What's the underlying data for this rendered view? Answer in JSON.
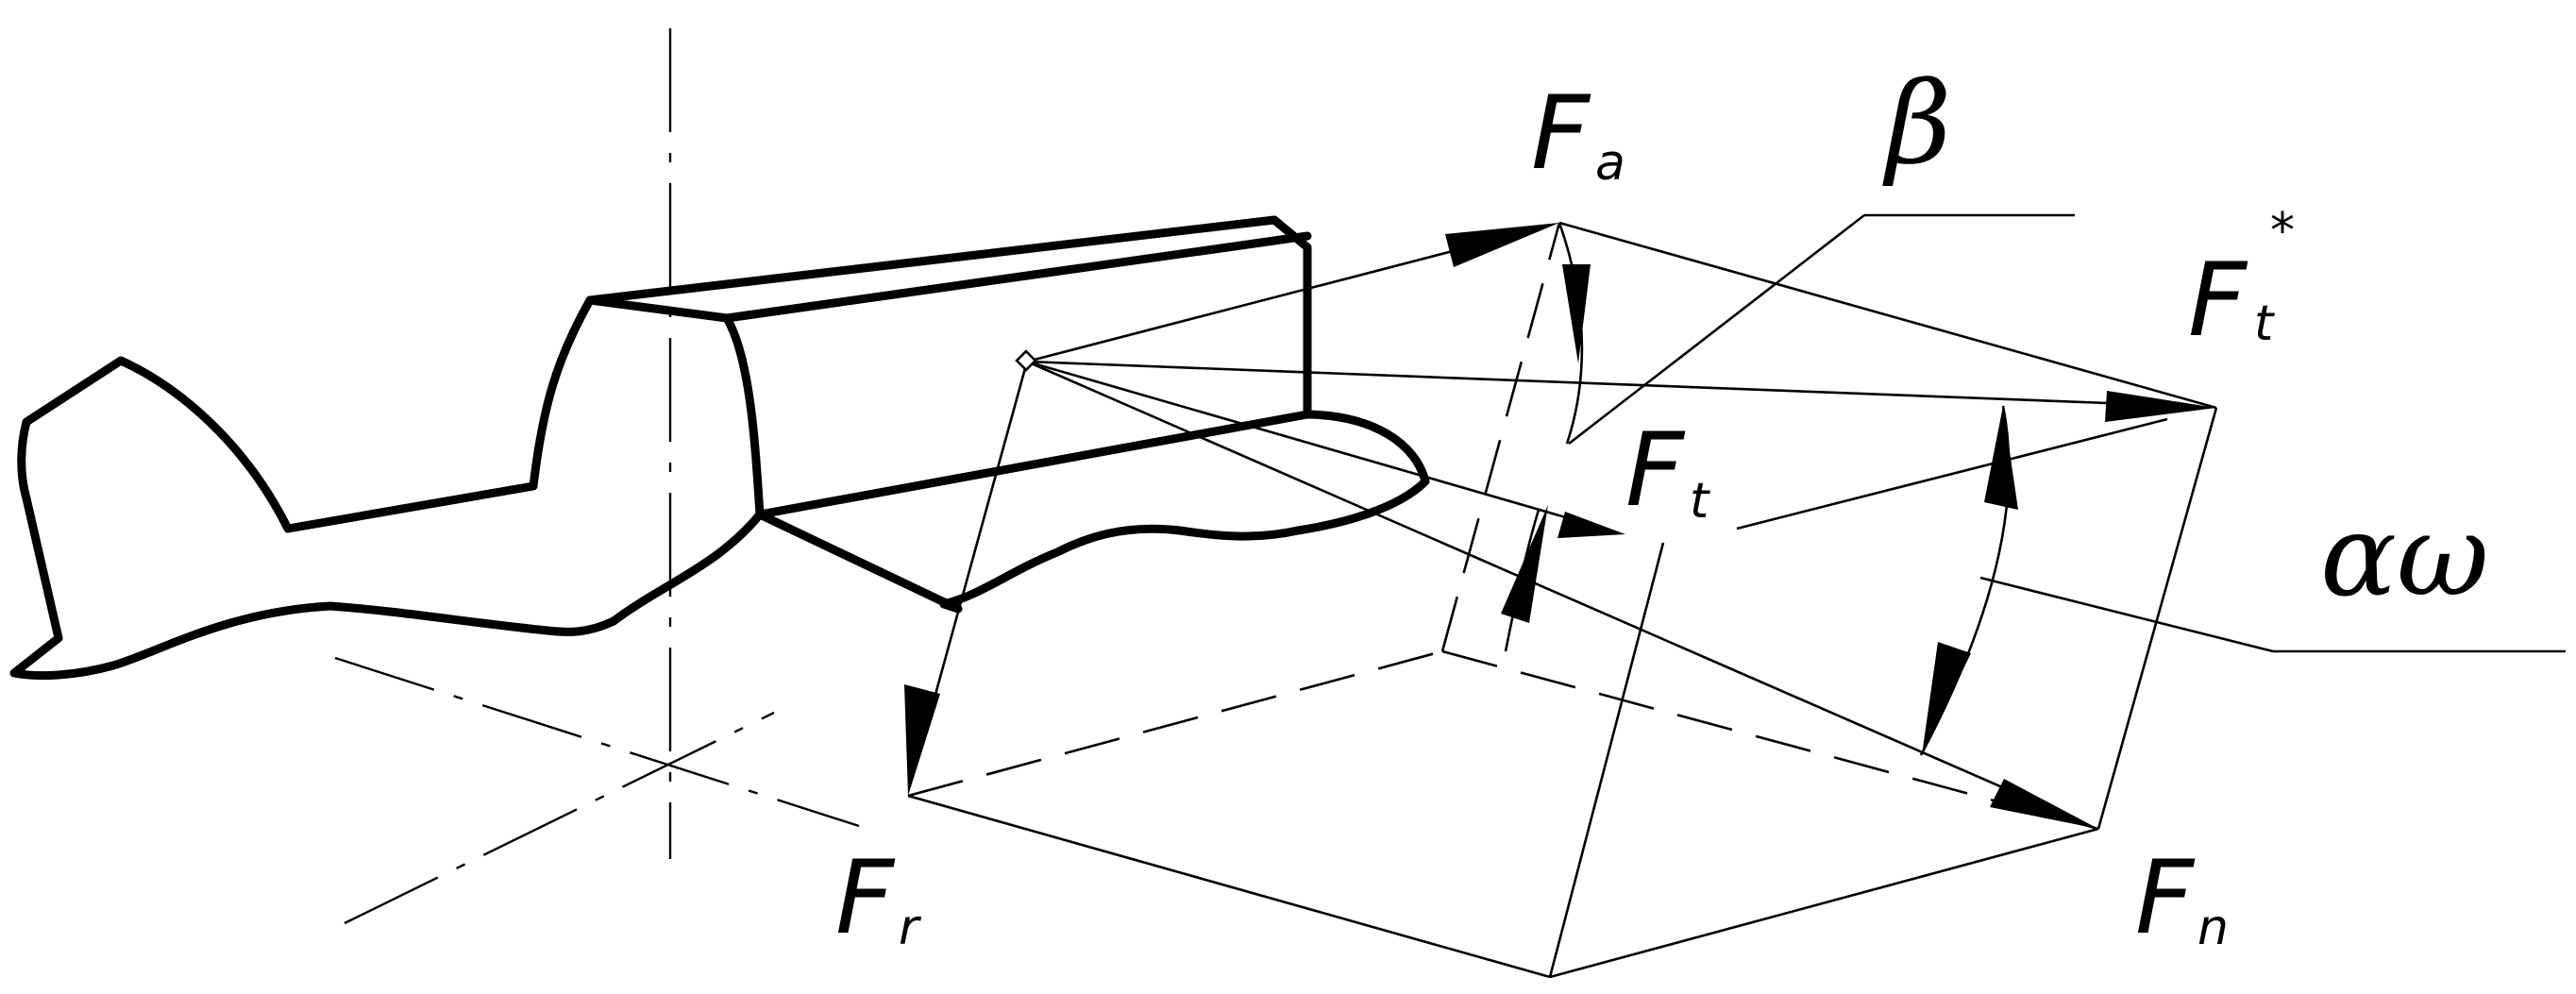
{
  "labels": {
    "fa": {
      "main": "F",
      "sub": "a"
    },
    "ft_star": {
      "main": "F",
      "sub": "t",
      "sup": "*"
    },
    "ft": {
      "main": "F",
      "sub": "t"
    },
    "fr": {
      "main": "F",
      "sub": "r"
    },
    "fn": {
      "main": "F",
      "sub": "n"
    },
    "beta": "β",
    "alpha_omega": "αω"
  }
}
